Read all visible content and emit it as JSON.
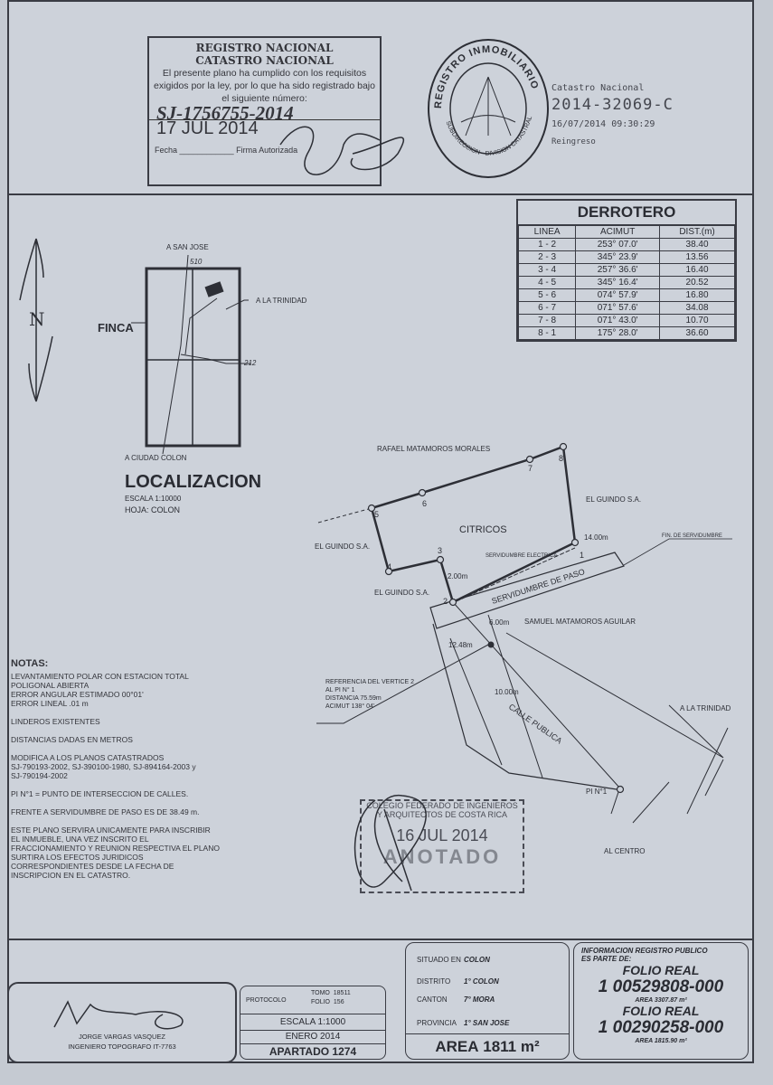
{
  "registro_stamp": {
    "line1": "REGISTRO NACIONAL",
    "line2": "CATASTRO NACIONAL",
    "body": "El presente plano ha cumplido con los requisitos exigidos por la ley, por lo que ha sido registrado bajo el siguiente número:",
    "number": "SJ-1756755-2014",
    "date": "17 JUL 2014",
    "fecha_label": "Fecha",
    "firma_label": "Firma Autorizada"
  },
  "seal": {
    "top_text": "REGISTRO INMOBILIARIO",
    "bottom_text": "SUBDIRECCION - DIVISION CATASTRAL"
  },
  "catastro": {
    "title": "Catastro Nacional",
    "number": "2014-32069-C",
    "datetime": "16/07/2014 09:30:29",
    "status": "Reingreso"
  },
  "derrotero": {
    "title": "DERROTERO",
    "headers": [
      "LINEA",
      "ACIMUT",
      "DIST.(m)"
    ],
    "rows": [
      [
        "1 - 2",
        "253° 07.0'",
        "38.40"
      ],
      [
        "2 - 3",
        "345° 23.9'",
        "13.56"
      ],
      [
        "3 - 4",
        "257° 36.6'",
        "16.40"
      ],
      [
        "4 - 5",
        "345° 16.4'",
        "20.52"
      ],
      [
        "5 - 6",
        "074° 57.9'",
        "16.80"
      ],
      [
        "6 - 7",
        "071° 57.6'",
        "34.08"
      ],
      [
        "7 - 8",
        "071° 43.0'",
        "10.70"
      ],
      [
        "8 - 1",
        "175° 28.0'",
        "36.60"
      ]
    ]
  },
  "north": {
    "letter": "N"
  },
  "localizacion": {
    "title": "LOCALIZACION",
    "escala": "ESCALA 1:10000",
    "hoja": "HOJA: COLON",
    "a_san_jose": "A SAN JOSE",
    "a_la_trinidad": "A LA TRINIDAD",
    "a_ciudad_colon": "A CIUDAD COLON",
    "finca": "FINCA",
    "grid_510": "510",
    "grid_212": "212"
  },
  "plan": {
    "vertices": [
      "1",
      "2",
      "3",
      "4",
      "5",
      "6",
      "7",
      "8"
    ],
    "rafael": "RAFAEL MATAMOROS MORALES",
    "guindo1": "EL GUINDO S.A.",
    "guindo2": "EL GUINDO S.A.",
    "guindo3": "EL GUINDO S.A.",
    "citricos": "CITRICOS",
    "serv_electrica": "SERVIDUMBRE ELECTRICA",
    "serv_paso": "SERVIDUMBRE DE PASO",
    "fin_serv": "FIN. DE SERVIDUMBRE",
    "samuel": "SAMUEL MATAMOROS AGUILAR",
    "d14": "14.00m",
    "d2": "2.00m",
    "d6": "6.00m",
    "d1248": "12.48m",
    "d10": "10.00m",
    "calle": "CALLE PUBLICA",
    "ref": [
      "REFERENCIA DEL VERTICE 2",
      "AL PI N° 1",
      "DISTANCIA 75.59m",
      "ACIMUT 138° 04'"
    ],
    "a_la_trinidad": "A LA TRINIDAD",
    "pi": "PI N°1",
    "al_centro": "AL CENTRO"
  },
  "colegio_stamp": {
    "line1": "COLEGIO FEDERADO DE INGENIEROS",
    "line2": "Y ARQUITECTOS DE COSTA RICA",
    "date": "16 JUL 2014",
    "word": "ANOTADO"
  },
  "notas": {
    "title": "NOTAS:",
    "blocks": [
      "LEVANTAMIENTO POLAR CON ESTACION TOTAL\nPOLIGONAL ABIERTA\nERROR ANGULAR ESTIMADO 00°01'\nERROR LINEAL .01 m",
      "LINDEROS EXISTENTES",
      "DISTANCIAS DADAS EN METROS",
      "MODIFICA A LOS PLANOS CATASTRADOS\nSJ-790193-2002, SJ-390100-1980, SJ-894164-2003 y\nSJ-790194-2002",
      "PI N°1 = PUNTO DE INTERSECCION DE CALLES.",
      "FRENTE A SERVIDUMBRE DE PASO ES DE 38.49 m.",
      "ESTE PLANO SERVIRA UNICAMENTE PARA INSCRIBIR\nEL INMUEBLE, UNA VEZ INSCRITO EL\nFRACCIONAMIENTO Y REUNION RESPECTIVA EL PLANO\nSURTIRA LOS EFECTOS JURIDICOS\nCORRESPONDIENTES DESDE LA FECHA DE\nINSCRIPCION EN EL CATASTRO."
    ]
  },
  "engineer": {
    "name": "JORGE VARGAS VASQUEZ",
    "title": "INGENIERO TOPOGRAFO IT-7763"
  },
  "protocolo": {
    "label": "PROTOCOLO",
    "tomo_label": "TOMO",
    "tomo": "18511",
    "folio_label": "FOLIO",
    "folio": "156",
    "escala": "ESCALA 1:1000",
    "fecha": "ENERO 2014",
    "apartado": "APARTADO 1274"
  },
  "ubicacion": {
    "rows": [
      [
        "SITUADO EN",
        "COLON"
      ],
      [
        "DISTRITO",
        "1° COLON"
      ],
      [
        "CANTON",
        "7° MORA"
      ],
      [
        "PROVINCIA",
        "1° SAN JOSE"
      ]
    ],
    "area_label": "AREA",
    "area_value": "1811",
    "area_unit": "m²"
  },
  "registro_publico": {
    "title": "INFORMACION REGISTRO PUBLICO",
    "subtitle": "ES PARTE DE:",
    "folio1_label": "FOLIO REAL",
    "folio1": "1 00529808-000",
    "area1": "AREA 3307.87 m²",
    "folio2_label": "FOLIO REAL",
    "folio2": "1 00290258-000",
    "area2": "AREA 1815.90 m²"
  }
}
